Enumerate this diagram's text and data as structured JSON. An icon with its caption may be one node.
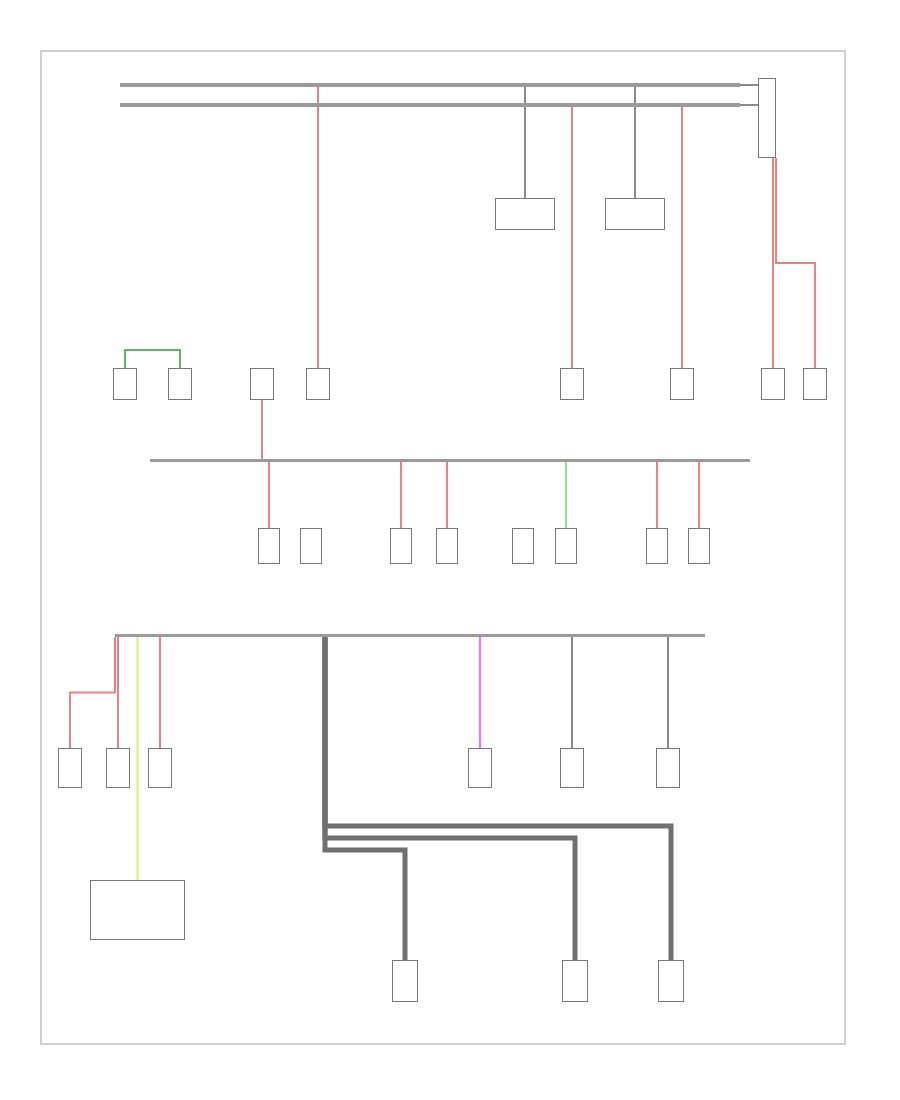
{
  "diagram": {
    "nodes": [
      {
        "text": [],
        "shape": "bar"
      },
      {
        "text": [],
        "shape": "bar"
      },
      {
        "text": [],
        "shape": "box"
      },
      {
        "text": [],
        "shape": "box"
      },
      {
        "text": [],
        "shape": "box"
      },
      {
        "text": [],
        "shape": "box"
      },
      {
        "text": [],
        "shape": "box"
      },
      {
        "text": [],
        "shape": "box"
      },
      {
        "text": [],
        "shape": "box"
      },
      {
        "text": [],
        "shape": "box"
      },
      {
        "text": [],
        "shape": "box"
      },
      {
        "text": [],
        "shape": "box"
      },
      {
        "text": [],
        "shape": "box"
      },
      {
        "text": [],
        "shape": "bar"
      },
      {
        "text": [],
        "shape": "box"
      },
      {
        "text": [],
        "shape": "box"
      },
      {
        "text": [],
        "shape": "box"
      },
      {
        "text": [],
        "shape": "box"
      },
      {
        "text": [],
        "shape": "box"
      },
      {
        "text": [],
        "shape": "box"
      },
      {
        "text": [],
        "shape": "box"
      },
      {
        "text": [],
        "shape": "box"
      },
      {
        "text": [],
        "shape": "bar"
      },
      {
        "text": [],
        "shape": "box"
      },
      {
        "text": [],
        "shape": "box"
      },
      {
        "text": [],
        "shape": "box"
      },
      {
        "text": [],
        "shape": "box"
      },
      {
        "text": [],
        "shape": "box"
      },
      {
        "text": [],
        "shape": "box"
      },
      {
        "text": [],
        "shape": "box"
      },
      {
        "text": [],
        "shape": "box"
      },
      {
        "text": [],
        "shape": "box"
      },
      {
        "text": [],
        "shape": "box"
      }
    ],
    "edges": [
      {
        "from": 0,
        "to": 2,
        "arrow": "none",
        "color": "#8a8a8a"
      },
      {
        "from": 1,
        "to": 2,
        "arrow": "none",
        "color": "#8a8a8a"
      },
      {
        "from": 0,
        "to": 3,
        "arrow": "none",
        "color": "#8a8a8a"
      },
      {
        "from": 0,
        "to": 4,
        "arrow": "none",
        "color": "#8a8a8a"
      },
      {
        "from": 5,
        "to": 6,
        "arrow": "none",
        "color": "#5cb85c"
      },
      {
        "from": 0,
        "to": 8,
        "arrow": "none",
        "color": "#f08080"
      },
      {
        "from": 1,
        "to": 9,
        "arrow": "none",
        "color": "#f08080"
      },
      {
        "from": 1,
        "to": 10,
        "arrow": "none",
        "color": "#f08080"
      },
      {
        "from": 2,
        "to": 11,
        "arrow": "none",
        "color": "#f08080"
      },
      {
        "from": 2,
        "to": 12,
        "arrow": "none",
        "color": "#f08080"
      },
      {
        "from": 7,
        "to": 13,
        "arrow": "none",
        "color": "#f08080"
      },
      {
        "from": 13,
        "to": 14,
        "arrow": "none",
        "color": "#f08080"
      },
      {
        "from": 13,
        "to": 16,
        "arrow": "none",
        "color": "#f08080"
      },
      {
        "from": 13,
        "to": 17,
        "arrow": "none",
        "color": "#f08080"
      },
      {
        "from": 13,
        "to": 19,
        "arrow": "none",
        "color": "#90e090"
      },
      {
        "from": 13,
        "to": 20,
        "arrow": "none",
        "color": "#f08080"
      },
      {
        "from": 13,
        "to": 21,
        "arrow": "none",
        "color": "#f08080"
      },
      {
        "from": 22,
        "to": 23,
        "arrow": "none",
        "color": "#f08080"
      },
      {
        "from": 22,
        "to": 24,
        "arrow": "none",
        "color": "#f08080"
      },
      {
        "from": 22,
        "to": 25,
        "arrow": "none",
        "color": "#f08080"
      },
      {
        "from": 22,
        "to": 26,
        "arrow": "none",
        "color": "#ff66ff"
      },
      {
        "from": 22,
        "to": 27,
        "arrow": "none",
        "color": "#8a8a8a"
      },
      {
        "from": 22,
        "to": 28,
        "arrow": "none",
        "color": "#8a8a8a"
      },
      {
        "from": 22,
        "to": 29,
        "arrow": "none",
        "color": "#e8e870"
      },
      {
        "from": 22,
        "to": 30,
        "arrow": "none",
        "style": "thick",
        "color": "#707070"
      },
      {
        "from": 22,
        "to": 31,
        "arrow": "none",
        "style": "thick",
        "color": "#707070"
      },
      {
        "from": 22,
        "to": 32,
        "arrow": "none",
        "style": "thick",
        "color": "#707070"
      }
    ]
  }
}
